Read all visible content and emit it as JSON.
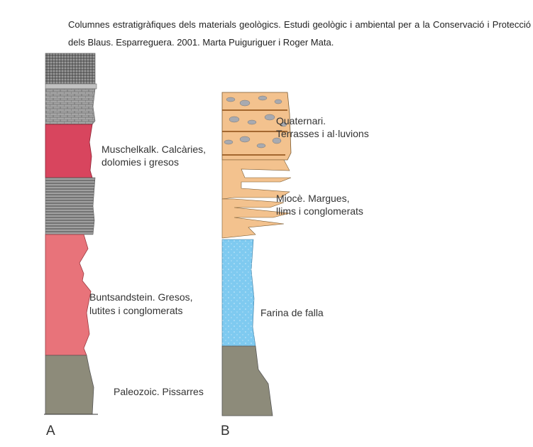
{
  "caption": "Columnes estratigràfiques dels materials geològics. Estudi geològic i ambiental per a la Conservació i Protecció dels Blaus. Esparreguera. 2001. Marta Puiguriguer i Roger Mata.",
  "column_a": {
    "label": "A",
    "units": [
      {
        "name_line1": "Muschelkalk. Calcàries,",
        "name_line2": "dolomies i gresos"
      },
      {
        "name_line1": "Buntsandstein. Gresos,",
        "name_line2": "lutites i conglomerats"
      },
      {
        "name_line1": "Paleozoic. Pissarres"
      }
    ]
  },
  "column_b": {
    "label": "B",
    "units": [
      {
        "name_line1": "Quaternari.",
        "name_line2": "Terrasses i al·luvions"
      },
      {
        "name_line1": "Miocè. Margues,",
        "name_line2": "llims i conglomerats"
      },
      {
        "name_line1": "Farina de falla"
      }
    ]
  },
  "colors": {
    "crimson": "#d8455e",
    "salmon": "#e8737a",
    "gray": "#8d8b7a",
    "tan": "#f3c28e",
    "blue": "#7fcaf0"
  }
}
